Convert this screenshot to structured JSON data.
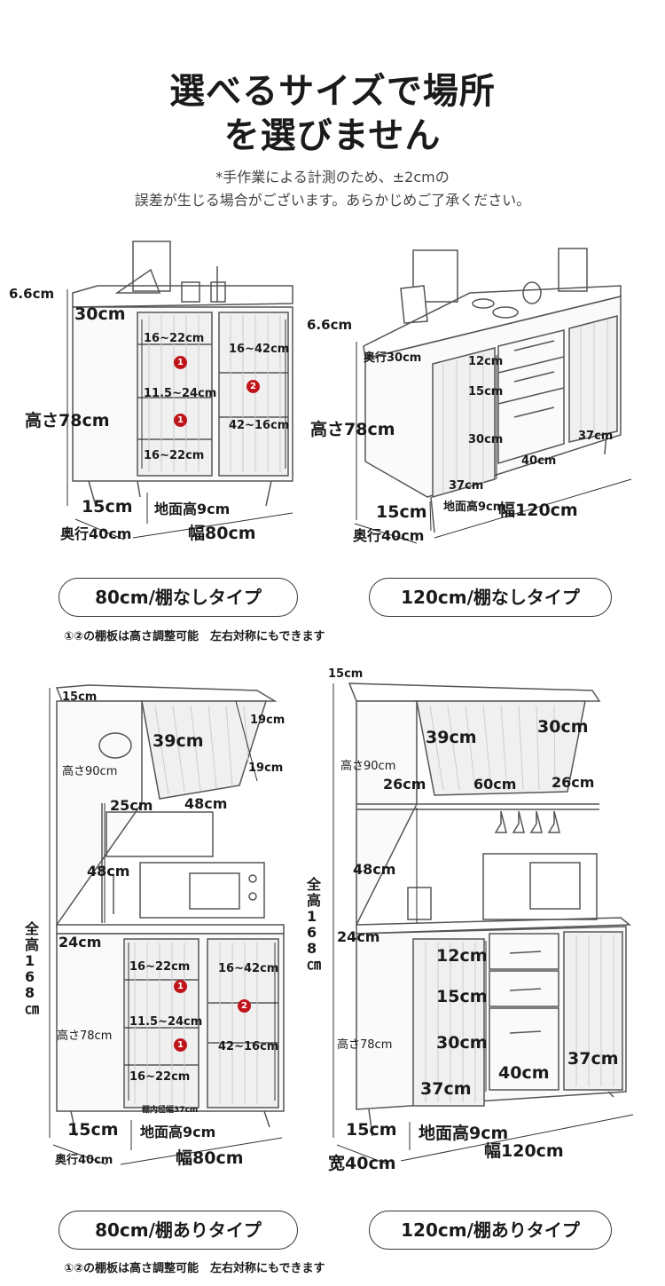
{
  "header": {
    "title_line1": "選べるサイズで場所",
    "title_line2": "を選びません",
    "note_line1": "*手作業による計測のため、±2cmの",
    "note_line2": "誤差が生じる場合がございます。あらかじめご了承ください。"
  },
  "product_80_noshelf": {
    "dims": {
      "top_thickness": "6.6cm",
      "depth_inner": "30cm",
      "shelf_a": "16~22cm",
      "shelf_b": "11.5~24cm",
      "shelf_c": "16~22cm",
      "right_top": "16~42cm",
      "right_bottom": "42~16cm",
      "height": "高さ78cm",
      "leg": "15cm",
      "ground": "地面高9cm",
      "depth": "奥行40cm",
      "width": "幅80cm"
    },
    "badges": [
      "1",
      "1",
      "2"
    ],
    "label": "80cm/棚なしタイプ",
    "caption": "①②の棚板は高さ調整可能　左右対称にもできます"
  },
  "product_120_noshelf": {
    "dims": {
      "top_thickness": "6.6cm",
      "depth_inner": "奥行30cm",
      "drawer1": "12cm",
      "drawer2": "15cm",
      "drawer3": "30cm",
      "height": "高さ78cm",
      "left_width": "37cm",
      "mid_width": "40cm",
      "right_width": "37cm",
      "leg": "15cm",
      "ground": "地面高9cm",
      "width": "幅120cm",
      "depth": "奥行40cm"
    },
    "label": "120cm/棚なしタイプ"
  },
  "product_80_shelf": {
    "dims": {
      "top": "15cm",
      "panel": "39cm",
      "r1": "19cm",
      "r2": "19cm",
      "upper_height": "高さ90cm",
      "left_w": "25cm",
      "right_w": "48cm",
      "gap": "48cm",
      "total": "全高168㎝",
      "counter": "24cm",
      "shelf_a": "16~22cm",
      "shelf_b": "11.5~24cm",
      "shelf_c": "16~22cm",
      "right_top": "16~42cm",
      "right_bottom": "42~16cm",
      "lower_height": "高さ78cm",
      "inner_width": "棚内径幅37cm",
      "leg": "15cm",
      "ground": "地面高9cm",
      "depth": "奥行40cm",
      "width": "幅80cm"
    },
    "badges": [
      "1",
      "1",
      "2"
    ],
    "label": "80cm/棚ありタイプ",
    "caption": "①②の棚板は高さ調整可能　左右対称にもできます"
  },
  "product_120_shelf": {
    "dims": {
      "top": "15cm",
      "panel": "39cm",
      "right_h": "30cm",
      "upper_height": "高さ90cm",
      "w_left": "26cm",
      "w_mid": "60cm",
      "w_right": "26cm",
      "gap": "48cm",
      "total": "全高168㎝",
      "counter": "24cm",
      "drawer1": "12cm",
      "drawer2": "15cm",
      "drawer3": "30cm",
      "lower_height": "高さ78cm",
      "left_width": "37cm",
      "mid_width": "40cm",
      "right_width": "37cm",
      "leg": "15cm",
      "ground": "地面高9cm",
      "depth": "宽40cm",
      "width": "幅120cm"
    },
    "label": "120cm/棚ありタイプ"
  }
}
